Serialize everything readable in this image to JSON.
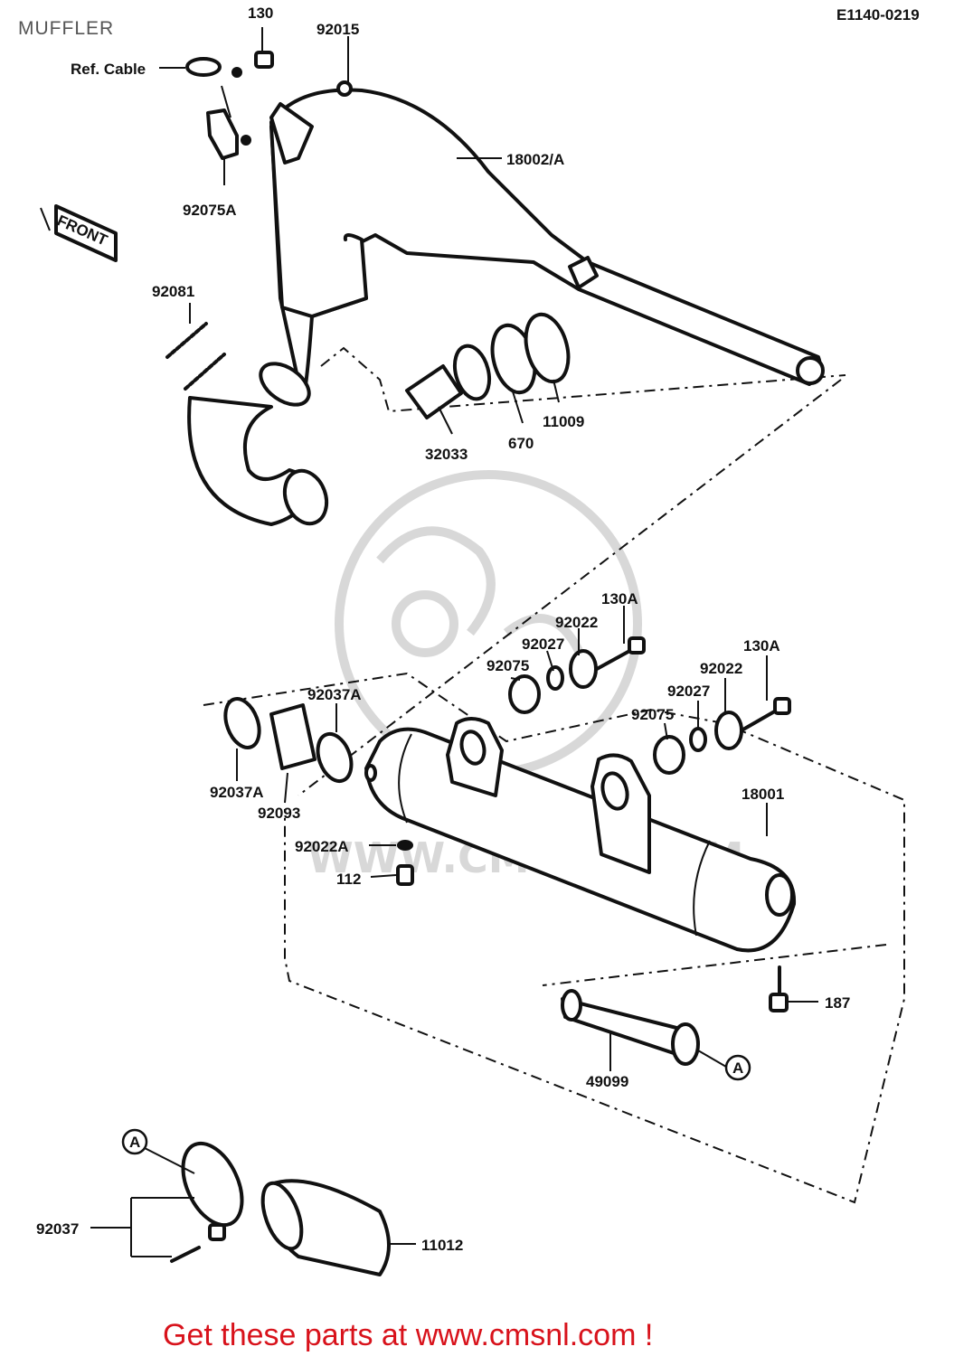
{
  "title": "MUFFLER",
  "diagram_code": "E1140-0219",
  "front_label": "FRONT",
  "watermark": "WWW.CMSNL.COM",
  "parts": {
    "p130": "130",
    "p92015": "92015",
    "ref_cable": "Ref. Cable",
    "p18002a": "18002/A",
    "p92075a": "92075A",
    "p92081": "92081",
    "p32033": "32033",
    "p670": "670",
    "p11009": "11009",
    "p130a_1": "130A",
    "p92022_1": "92022",
    "p92027_1": "92027",
    "p92075_1": "92075",
    "p130a_2": "130A",
    "p92022_2": "92022",
    "p92027_2": "92027",
    "p92075_2": "92075",
    "p92037a_1": "92037A",
    "p92037a_2": "92037A",
    "p92093": "92093",
    "p18001": "18001",
    "p92022a": "92022A",
    "p112": "112",
    "p187": "187",
    "p49099": "49099",
    "ref_a_1": "A",
    "ref_a_2": "A",
    "p92037": "92037",
    "p11012": "11012"
  },
  "footer": "Get these parts at www.cmsnl.com !",
  "colors": {
    "ink": "#111111",
    "footer_red": "#d8121b",
    "watermark_gray": "#d8d8d8"
  }
}
